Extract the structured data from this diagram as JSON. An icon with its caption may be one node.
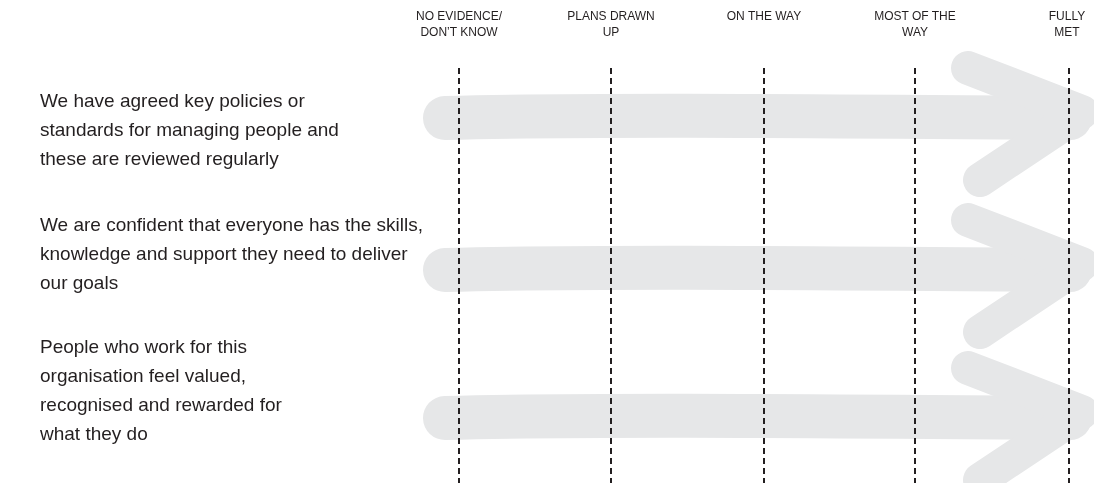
{
  "diagram": {
    "labels": [
      "NO EVIDENCE/ DON’T KNOW",
      "PLANS DRAWN UP",
      "ON THE WAY",
      "MOST OF THE WAY",
      "FULLY MET",
      "We have agreed key policies or standards for managing people and these are reviewed regularly",
      "We are confident that everyone has the skills, knowledge and support they need to deliver our goals",
      "People who work for this organisation feel valued, recognised and rewarded for what they do"
    ]
  }
}
